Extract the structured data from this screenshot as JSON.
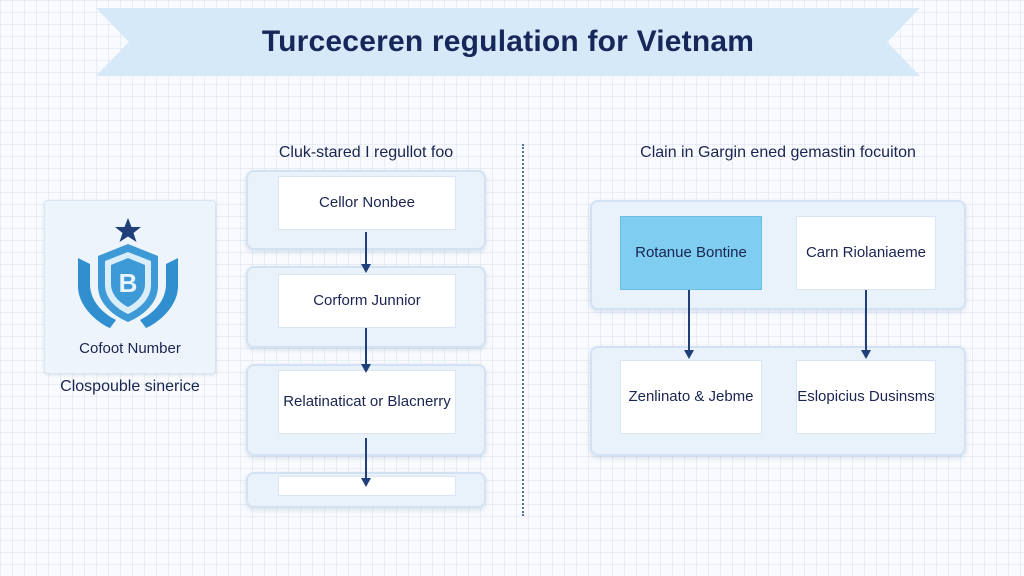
{
  "banner": {
    "title": "Turceceren regulation for Vietnam"
  },
  "left_section": {
    "heading": "Cluk-stared I regullot foo",
    "steps": [
      {
        "label": "Cellor Nonbee"
      },
      {
        "label": "Corform Junnior"
      },
      {
        "label": "Relatinaticat or Blacnerry"
      },
      {
        "label": ""
      }
    ]
  },
  "id_card": {
    "title": "Cofoot Number",
    "icon": "shield-icon",
    "star_icon": "star-icon",
    "emblem_letter": "B",
    "caption": "Clospouble sinerice"
  },
  "right_section": {
    "heading": "Clain in Gargin ened gemastin focuiton",
    "top_row": [
      {
        "label": "Rotanue Bontine",
        "highlight": true
      },
      {
        "label": "Carn Riolaniaeme",
        "highlight": false
      }
    ],
    "bottom_row": [
      {
        "label": "Zenlinato & Jebme"
      },
      {
        "label": "Eslopicius Dusinsms"
      }
    ]
  },
  "colors": {
    "banner_bg": "#d6e9f8",
    "text_dark": "#16275a",
    "arrow": "#1f3f7a",
    "highlight": "#7fcdf0",
    "shield_blue": "#2f8fcf"
  }
}
